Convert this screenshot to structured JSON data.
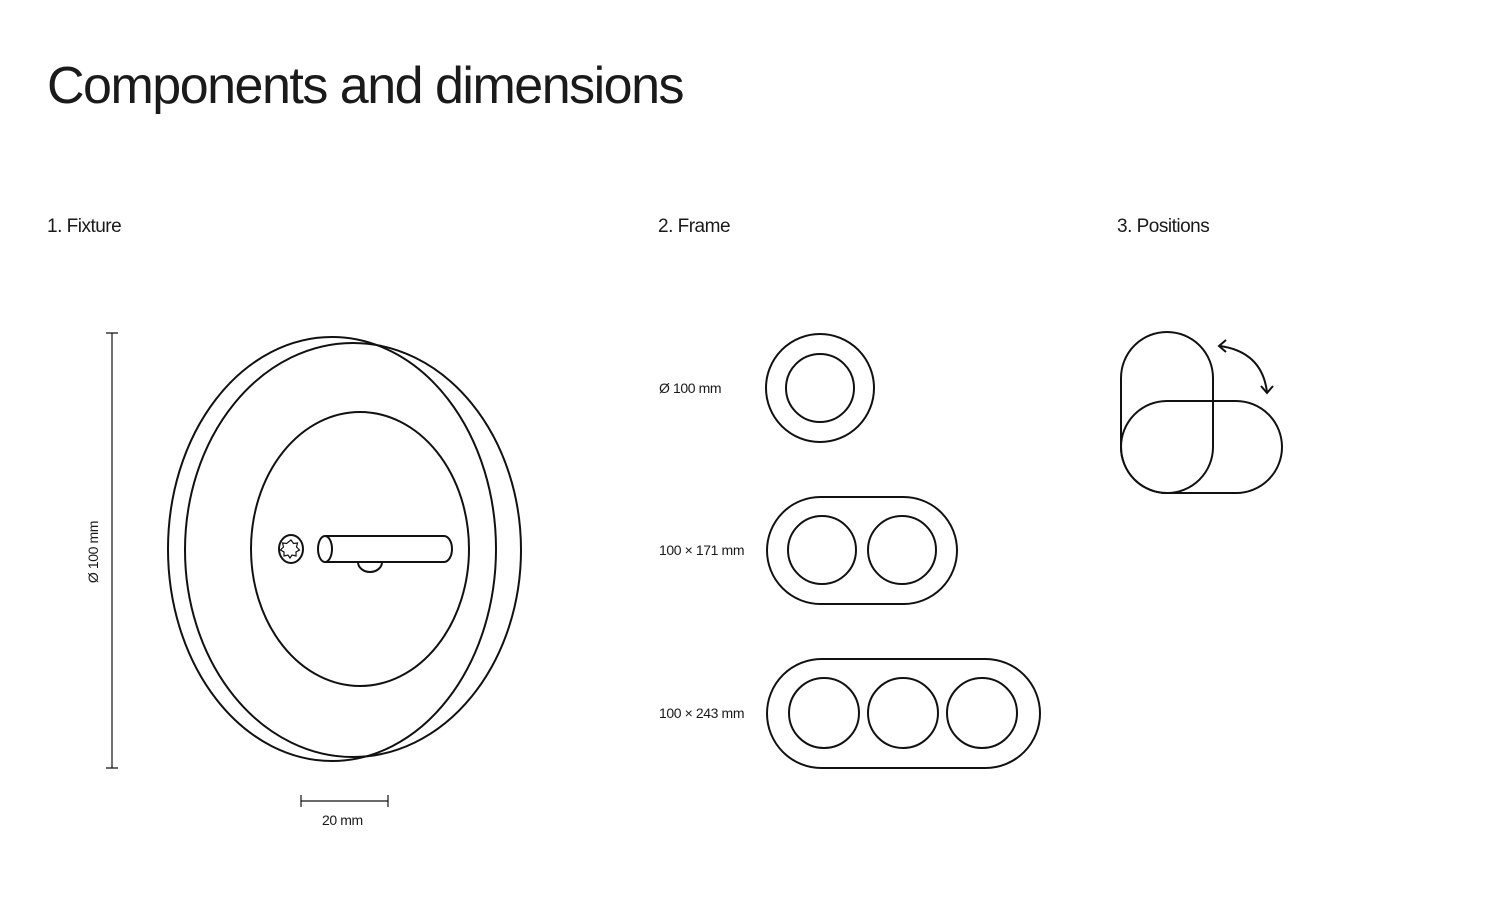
{
  "title": "Components and dimensions",
  "sections": [
    {
      "label": "1. Fixture",
      "dims": {
        "height": "Ø 100 mm",
        "depth": "20 mm"
      }
    },
    {
      "label": "2. Frame",
      "sizes": [
        "Ø 100 mm",
        "100 × 171 mm",
        "100 × 243 mm"
      ]
    },
    {
      "label": "3. Positions"
    }
  ]
}
